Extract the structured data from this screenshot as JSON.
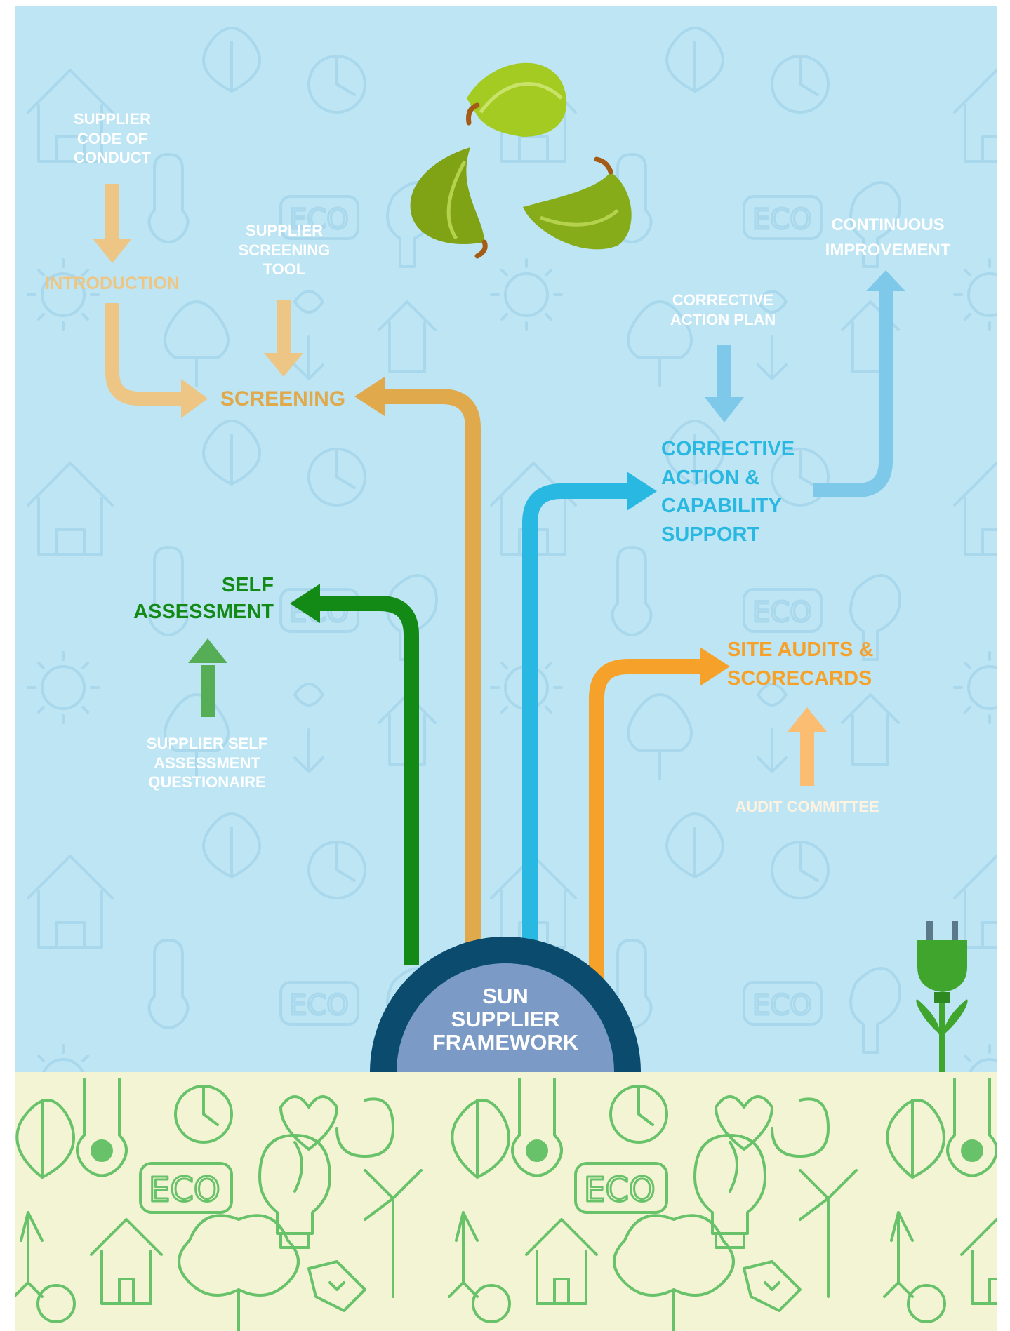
{
  "colors": {
    "sky": "#bde5f4",
    "ground": "#f3f4d4",
    "doodle_sky": "#a9d8ec",
    "doodle_ground": "#68c26a",
    "screening": "#e0aa4c",
    "screening_light": "#edc685",
    "corrective": "#29b8e2",
    "corrective_light": "#7ec9ea",
    "self_assessment": "#138a16",
    "self_assessment_light": "#55ad55",
    "audits": "#f6a12a",
    "audits_light": "#fbbd72",
    "hub_outer": "#0b4c6e",
    "hub_inner": "#7b9bc6"
  },
  "hub": {
    "lines": [
      "SUN",
      "SUPPLIER",
      "FRAMEWORK"
    ]
  },
  "labels": {
    "supplier_code": [
      "SUPPLIER",
      "CODE OF",
      "CONDUCT"
    ],
    "introduction": [
      "INTRODUCTION"
    ],
    "screening_tool": [
      "SUPPLIER",
      "SCREENING",
      "TOOL"
    ],
    "screening": [
      "SCREENING"
    ],
    "corrective_plan": [
      "CORRECTIVE",
      "ACTION PLAN"
    ],
    "corrective_support": [
      "CORRECTIVE",
      "ACTION &",
      "CAPABILITY",
      "SUPPORT"
    ],
    "continuous_improvement": [
      "CONTINUOUS",
      "IMPROVEMENT"
    ],
    "self_assessment": [
      "SELF",
      "ASSESSMENT"
    ],
    "self_questionnaire": [
      "SUPPLIER SELF",
      "ASSESSMENT",
      "QUESTIONAIRE"
    ],
    "site_audits": [
      "SITE AUDITS &",
      "SCORECARDS"
    ],
    "audit_committee": [
      "AUDIT COMMITTEE"
    ]
  },
  "icons": [
    "recycle-leaves-icon",
    "plug-plant-icon",
    "eco-doodle-pattern"
  ]
}
